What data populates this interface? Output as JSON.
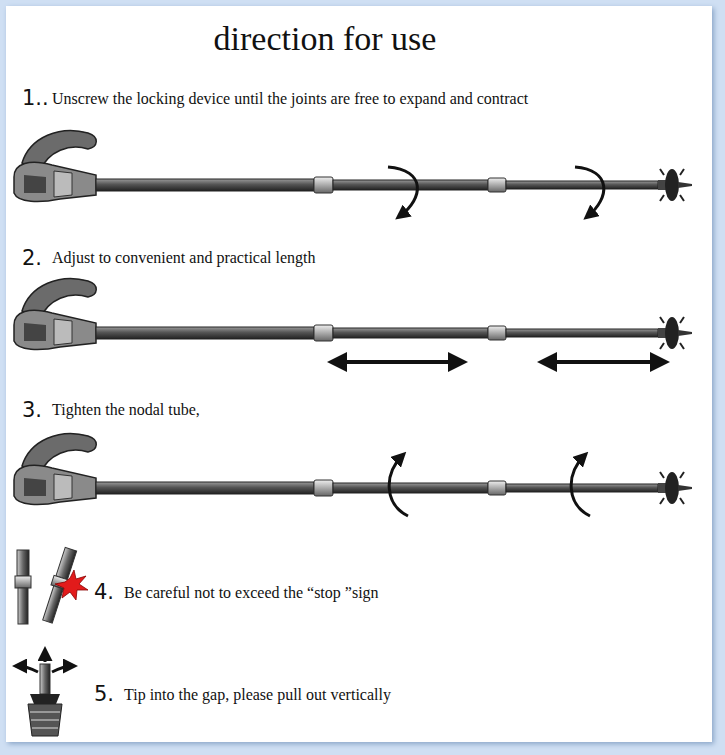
{
  "diagram": {
    "title": "direction for use",
    "labels": [
      "1..",
      "Unscrew the locking device until the joints are free to expand and contract",
      "2.",
      "Adjust to convenient and practical length",
      "3.",
      "Tighten the nodal tube,",
      "4.",
      "Be careful not to exceed the “stop ”sign",
      "5.",
      "Tip into the gap, please pull out vertically"
    ]
  }
}
